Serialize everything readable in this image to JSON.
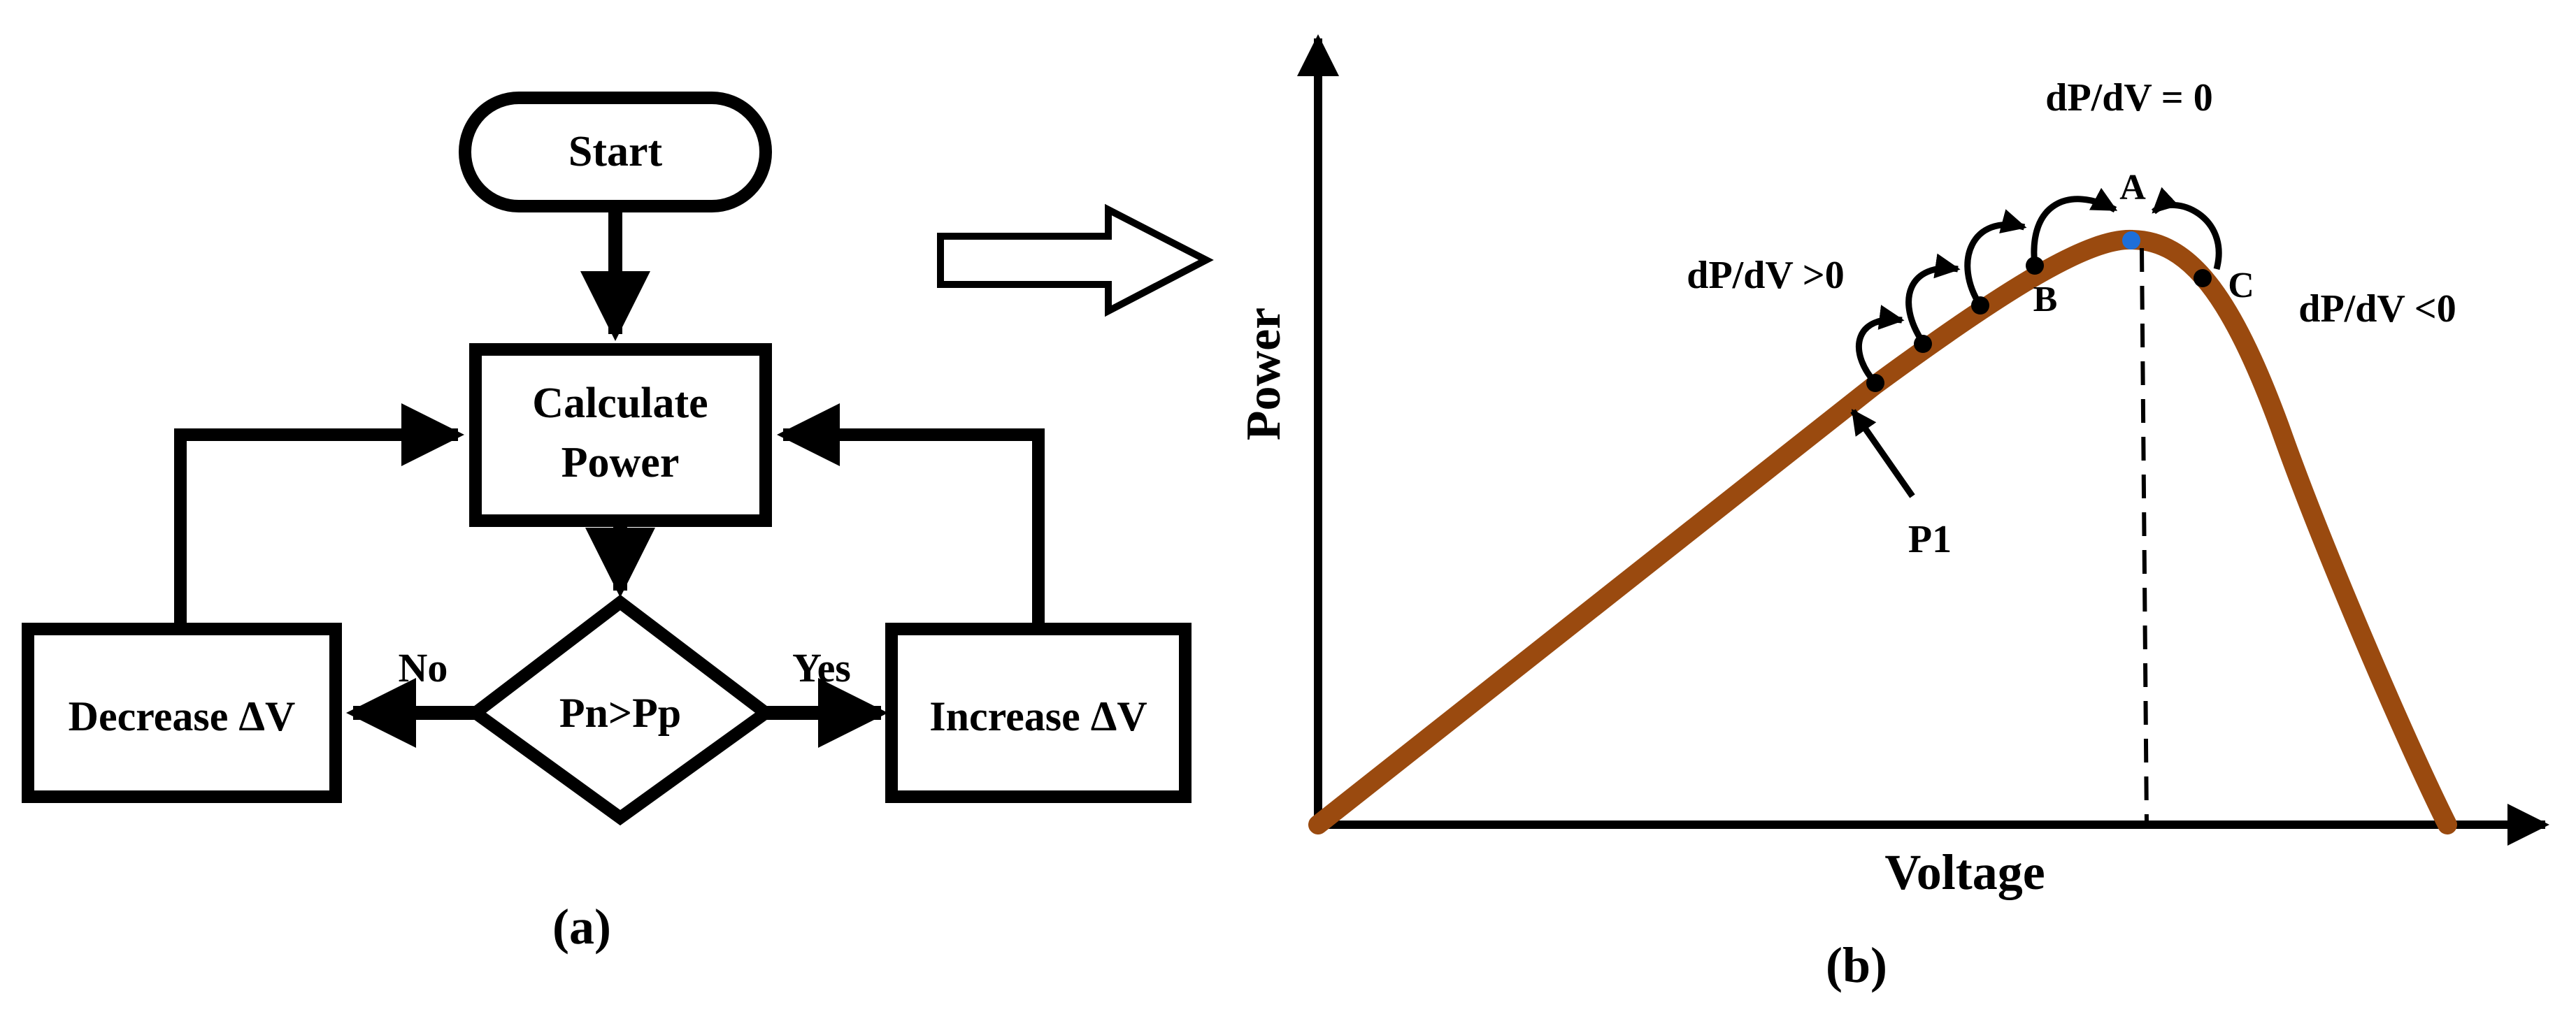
{
  "flowchart": {
    "start_label": "Start",
    "calculate_line1": "Calculate",
    "calculate_line2": "Power",
    "decision_label": "Pn>Pp",
    "no_label": "No",
    "yes_label": "Yes",
    "decrease_label": "Decrease ΔV",
    "increase_label": "Increase ΔV",
    "caption": "(a)"
  },
  "curve_plot": {
    "y_axis_label": "Power",
    "x_axis_label": "Voltage",
    "caption": "(b)",
    "slope_zero_label": "dP/dV = 0",
    "slope_positive_label": "dP/dV >0",
    "slope_negative_label": "dP/dV <0",
    "point_a_label": "A",
    "point_b_label": "B",
    "point_c_label": "C",
    "point_p1_label": "P1"
  },
  "colors": {
    "curve": "#9a4a0f",
    "mpp_point": "#1e6fd9",
    "stroke": "#000000"
  }
}
